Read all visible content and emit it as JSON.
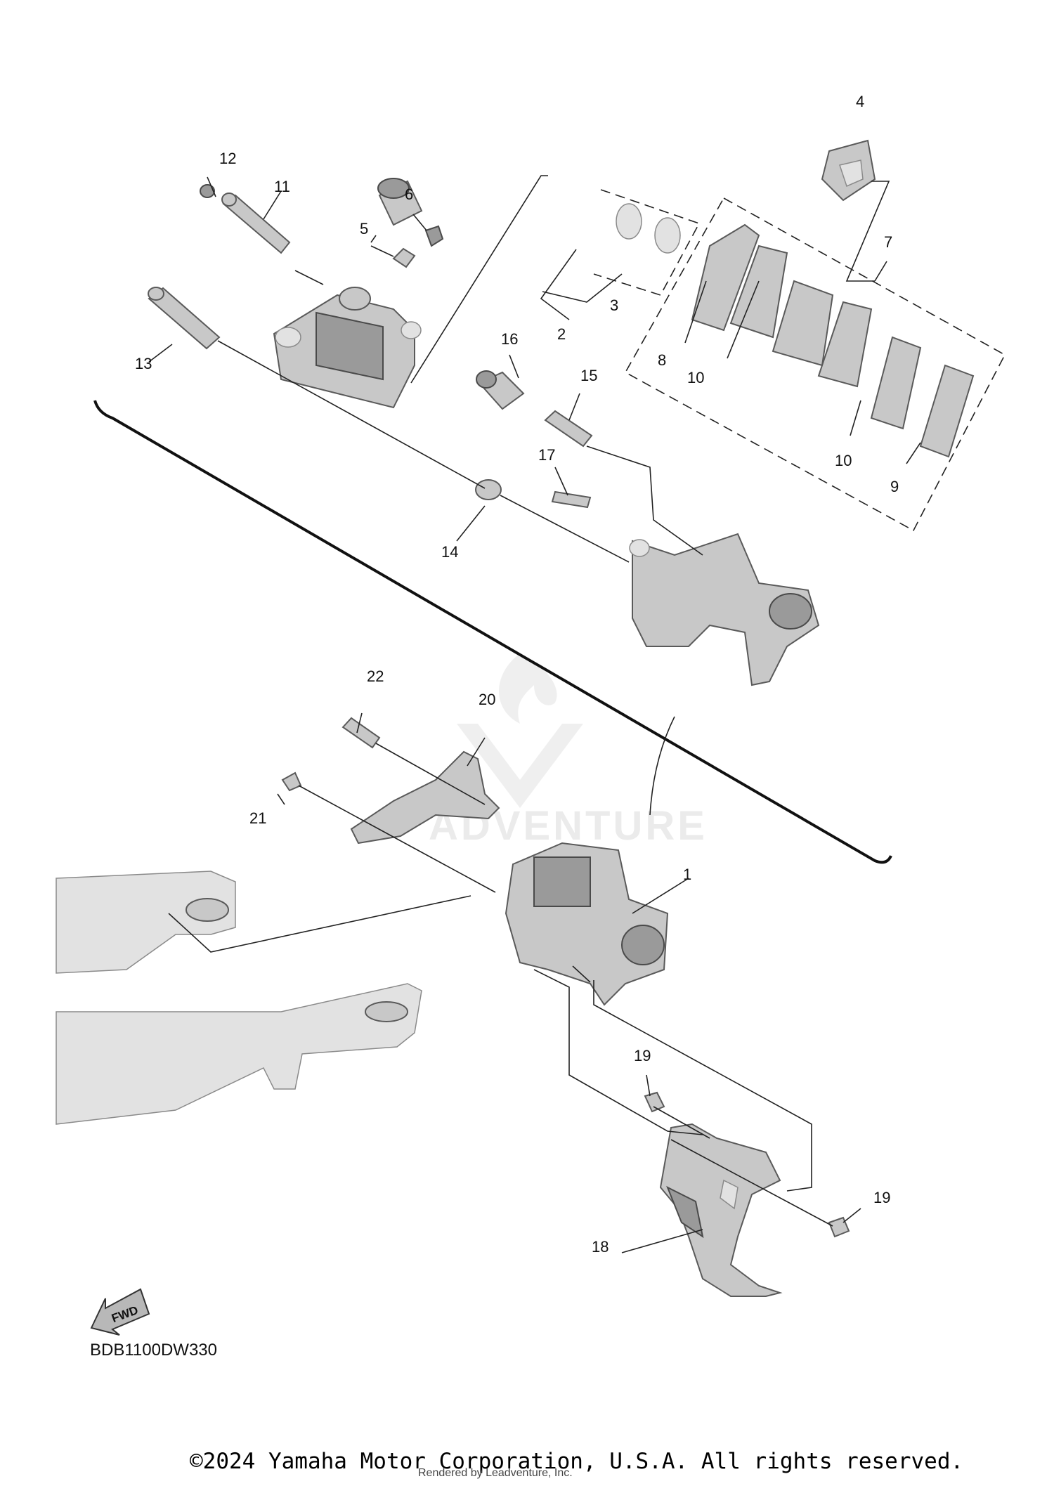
{
  "diagram": {
    "callouts": {
      "c1": "1",
      "c2": "2",
      "c3": "3",
      "c4": "4",
      "c5": "5",
      "c6": "6",
      "c7": "7",
      "c8": "8",
      "c9": "9",
      "c10a": "10",
      "c10b": "10",
      "c11": "11",
      "c12": "12",
      "c13": "13",
      "c14": "14",
      "c15": "15",
      "c16": "16",
      "c17": "17",
      "c18": "18",
      "c19a": "19",
      "c19b": "19",
      "c20": "20",
      "c21": "21",
      "c22": "22"
    },
    "fwd_label": "FWD",
    "watermark_text": "ADVENTURE",
    "diagram_code": "BDB1100DW330"
  },
  "footer": {
    "copyright": "©2024 Yamaha Motor Corporation, U.S.A. All rights reserved.",
    "rendered_by": "Rendered by Leadventure, Inc."
  }
}
